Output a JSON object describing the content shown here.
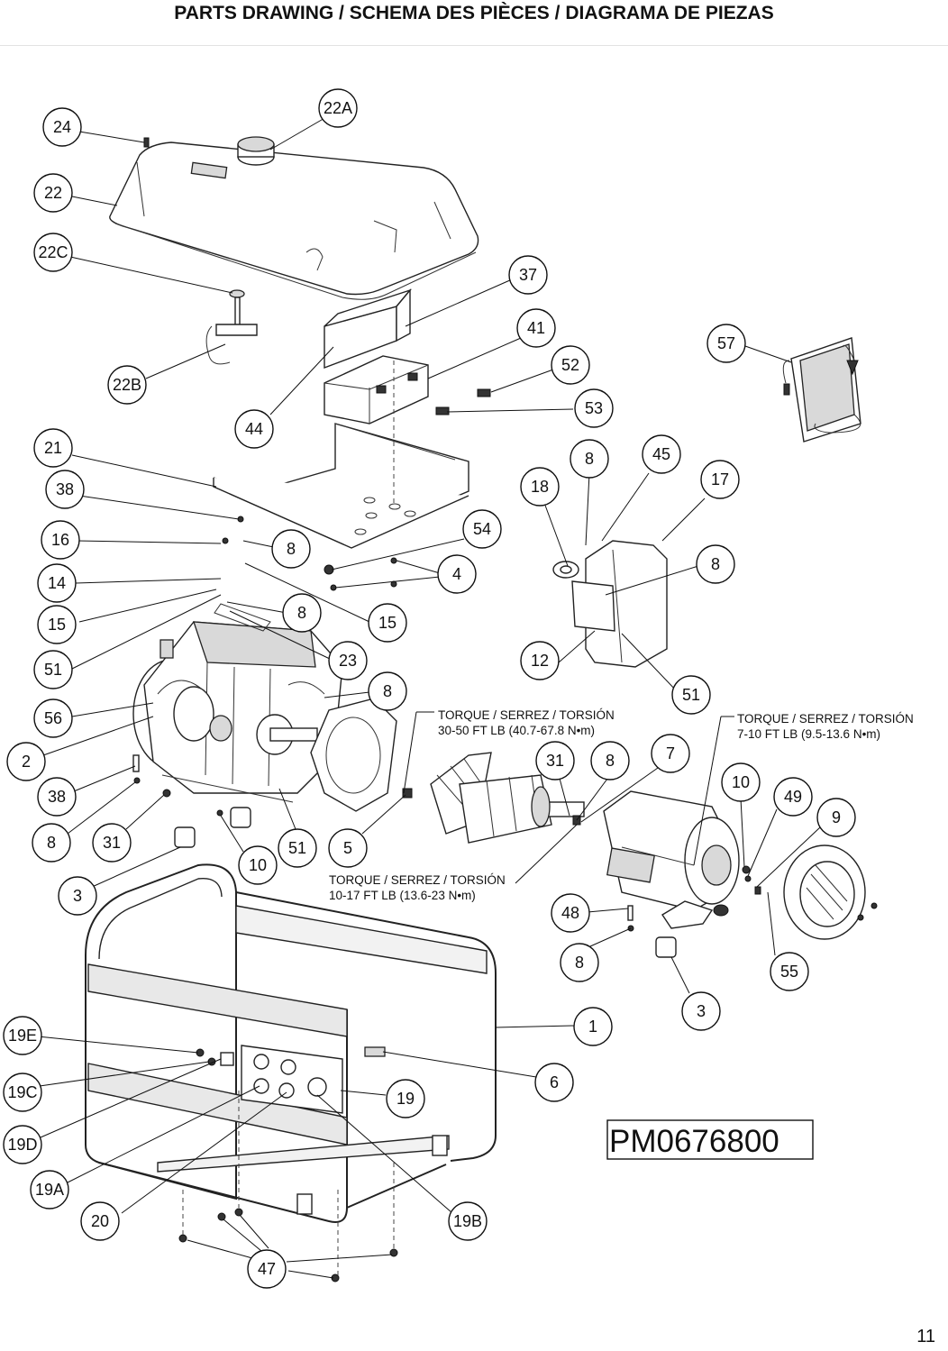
{
  "page": {
    "title": "PARTS DRAWING / SCHEMA DES PIÈCES / DIAGRAMA DE PIEZAS",
    "page_number": "11"
  },
  "diagram": {
    "model_code": "PM0676800",
    "torque_notes": [
      {
        "line1": "TORQUE / SERREZ / TORSIÓN",
        "line2": "30-50 FT LB (40.7-67.8 N•m)"
      },
      {
        "line1": "TORQUE / SERREZ / TORSIÓN",
        "line2": "7-10 FT LB (9.5-13.6 N•m)"
      },
      {
        "line1": "TORQUE / SERREZ / TORSIÓN",
        "line2": "10-17 FT LB (13.6-23 N•m)"
      }
    ],
    "callouts": [
      "24",
      "22A",
      "22",
      "22C",
      "37",
      "41",
      "22B",
      "52",
      "53",
      "57",
      "44",
      "21",
      "8",
      "45",
      "18",
      "17",
      "38",
      "16",
      "8",
      "54",
      "4",
      "8",
      "14",
      "8",
      "15",
      "15",
      "12",
      "51",
      "23",
      "51",
      "8",
      "56",
      "2",
      "31",
      "8",
      "7",
      "10",
      "49",
      "38",
      "9",
      "8",
      "31",
      "51",
      "5",
      "10",
      "3",
      "48",
      "8",
      "55",
      "8",
      "3",
      "1",
      "19E",
      "6",
      "19C",
      "19",
      "19D",
      "19A",
      "20",
      "19B",
      "47"
    ]
  }
}
